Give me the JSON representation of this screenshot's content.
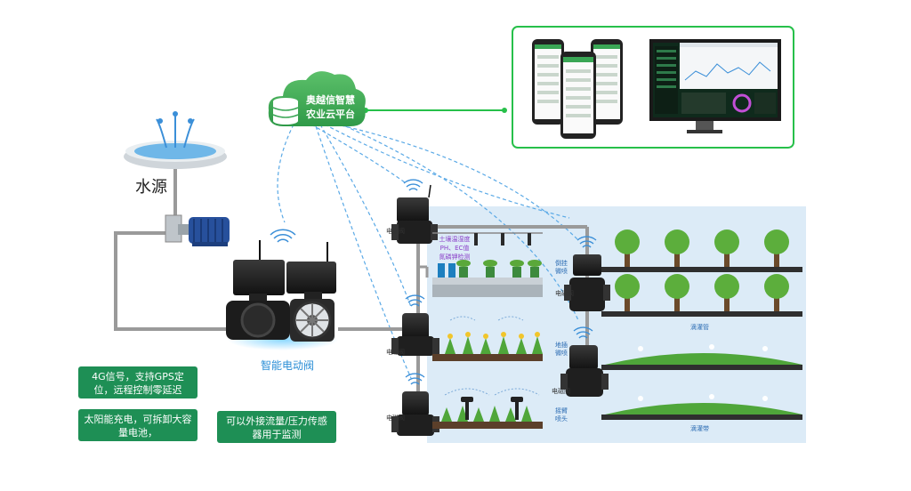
{
  "cloud": {
    "line1": "奥越信智慧",
    "line2": "农业云平台"
  },
  "water_source": {
    "label": "水源"
  },
  "main_valve": {
    "label": "智能电动阀"
  },
  "features": [
    {
      "text": "4G信号，支持GPS定位，远程控制零延迟"
    },
    {
      "text": "太阳能充电，可拆卸大容量电池，"
    },
    {
      "text": "可以外接流量/压力传感器用于监测"
    }
  ],
  "sensors": {
    "line1": "土壤温湿度",
    "line2": "PH、EC值",
    "line3": "氮磷钾检测"
  },
  "valve_labels": {
    "v1": "电磁阀",
    "v2": "电磁阀",
    "v3": "电磁阀",
    "v4": "电磁阀",
    "v5": "电磁阀"
  },
  "irrigation_labels": {
    "tilt_spray": "倒挂微喷",
    "ground_spray": "地插微喷",
    "rocker_nozzle": "摇臂喷头",
    "drip_pipe": "滴灌管",
    "drip_tape": "滴灌带"
  },
  "colors": {
    "green_note": "#1e8f55",
    "cloud_green": "#3aa655",
    "signal_blue": "#3b8fd8",
    "field_bg": "#dcebf7",
    "pipe": "#9a9a9a",
    "monitor_border": "#27c04a"
  }
}
